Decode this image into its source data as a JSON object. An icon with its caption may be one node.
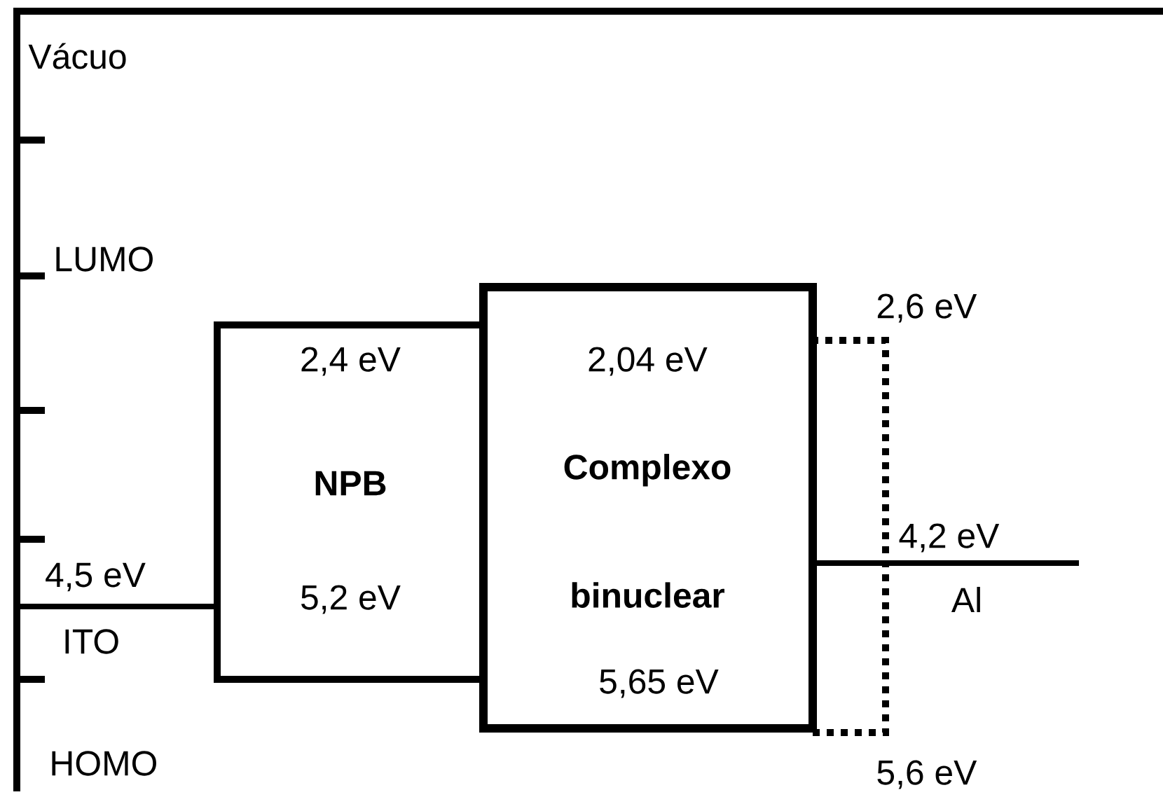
{
  "diagram": {
    "nodes": [
      {
        "text": [
          "2,4 eV",
          "NPB",
          "5,2 eV"
        ]
      },
      {
        "text": [
          "2,04 eV",
          "Complexo binuclear",
          "5,65 eV"
        ]
      },
      {
        "text": [],
        "shape": "box",
        "beside": [
          "2,6 eV",
          "5,6 eV"
        ]
      }
    ],
    "labels": [
      "Vácuo",
      "LUMO",
      "4,5 eV",
      "ITO",
      "4,2 eV",
      "Al",
      "HOMO"
    ]
  }
}
